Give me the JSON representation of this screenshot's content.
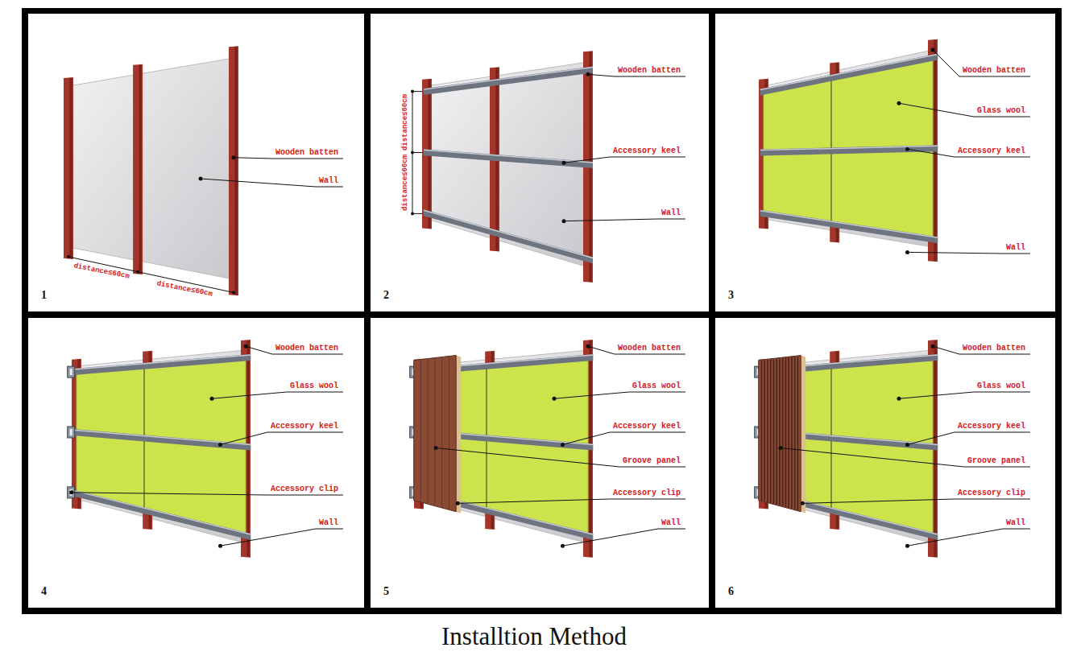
{
  "diagram": {
    "caption": "Installtion Method",
    "labels": [
      "Wooden batten",
      "Wall",
      "distance≤60cm",
      "distance≤60cm",
      "1",
      "distance≤60cm",
      "distance≤60cm",
      "Wooden batten",
      "Accessory keel",
      "Wall",
      "2",
      "Wooden batten",
      "Glass wool",
      "Accessory keel",
      "Wall",
      "3",
      "Wooden batten",
      "Glass wool",
      "Accessory keel",
      "Accessory clip",
      "Wall",
      "4",
      "Wooden batten",
      "Glass wool",
      "Accessory keel",
      "Groove panel",
      "Accessory clip",
      "Wall",
      "5",
      "Wooden batten",
      "Glass wool",
      "Accessory keel",
      "Groove panel",
      "Accessory clip",
      "Wall",
      "6"
    ]
  }
}
